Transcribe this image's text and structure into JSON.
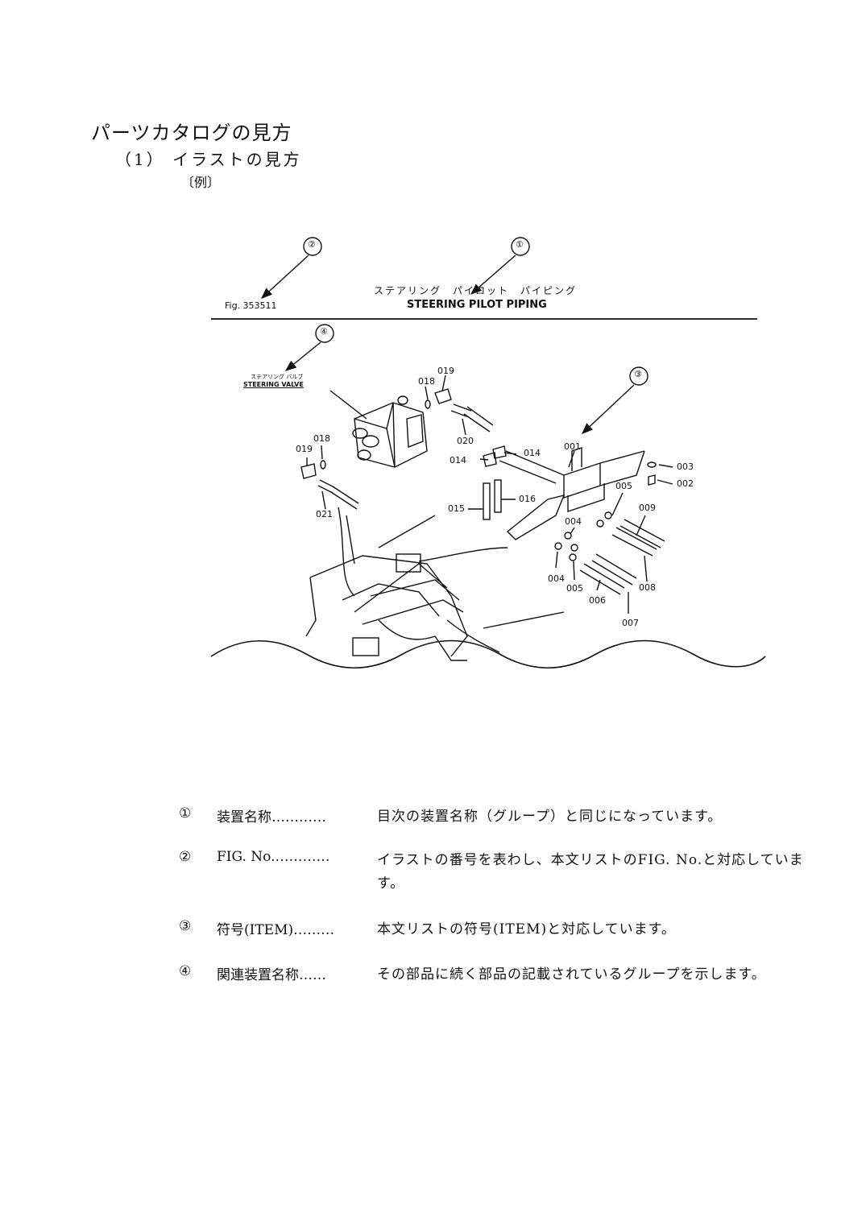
{
  "page": {
    "heading": "パーツカタログの見方",
    "subheading": "（1） イラストの見方",
    "example": "〔例〕"
  },
  "figure": {
    "fig_no": "Fig. 353511",
    "title_jp": "ステアリング　パイロット　パイピング",
    "title_en": "STEERING PILOT PIPING",
    "related_jp": "ステアリング バルブ",
    "related_en": "STEERING VALVE",
    "callouts": [
      "①",
      "②",
      "③",
      "④"
    ],
    "part_labels": [
      "018",
      "019",
      "020",
      "001",
      "014",
      "014",
      "003",
      "002",
      "018",
      "019",
      "021",
      "015",
      "016",
      "005",
      "009",
      "004",
      "004",
      "005",
      "006",
      "007",
      "008"
    ]
  },
  "legend": [
    {
      "num": "①",
      "term": "装置名称…………",
      "desc": "目次の装置名称（グループ）と同じになっています。"
    },
    {
      "num": "②",
      "term": "FIG. No.…………",
      "desc": "イラストの番号を表わし、本文リストのFIG. No.と対応しています。"
    },
    {
      "num": "③",
      "term": "符号(ITEM)………",
      "desc": "本文リストの符号(ITEM)と対応しています。"
    },
    {
      "num": "④",
      "term": "関連装置名称……",
      "desc": "その部品に続く部品の記載されているグループを示します。"
    }
  ]
}
